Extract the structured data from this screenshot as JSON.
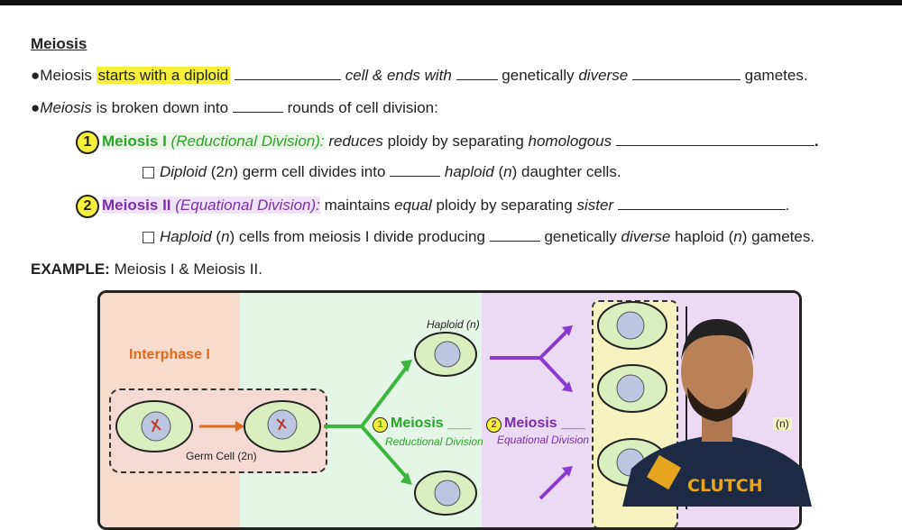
{
  "heading": "Meiosis",
  "bullet1": {
    "bullet": "●",
    "part1": "Meiosis ",
    "highlight": "starts with a diploid",
    "part2": "cell & ends with",
    "part3": "genetically",
    "part4": "diverse",
    "part5": "gametes."
  },
  "bullet2": {
    "bullet": "●",
    "part1": "Meiosis",
    "part2": " is broken down into",
    "part3": "rounds of cell division:"
  },
  "item1": {
    "number": "1",
    "title": "Meiosis I",
    "subtitle": "(Reductional Division):",
    "part1": "reduces",
    "part2": " ploidy by separating",
    "part3": "homologous",
    "sub": {
      "part1": "Diploid",
      "part2": "(2",
      "part3": "n",
      "part4": ") germ cell divides into",
      "part5": "haploid",
      "part6": "(",
      "part7": "n",
      "part8": ") daughter cells."
    }
  },
  "item2": {
    "number": "2",
    "title": "Meiosis II",
    "subtitle": "(Equational Division):",
    "part1": "maintains",
    "part2": "equal",
    "part3": "ploidy by separating",
    "part4": "sister",
    "sub": {
      "part1": "Haploid",
      "part2": "(",
      "part3": "n",
      "part4": ") cells from meiosis I divide producing",
      "part5": "genetically",
      "part6": "diverse",
      "part7": "haploid (",
      "part8": "n",
      "part9": ") gametes."
    }
  },
  "example": {
    "label": "EXAMPLE:",
    "text": "Meiosis I & Meiosis II."
  },
  "diagram": {
    "interphase": "Interphase I",
    "germ_cell": "Germ Cell (2n)",
    "haploid": "Haploid (n)",
    "meiosis1": {
      "number": "1",
      "label": "Meiosis ___",
      "sub": "Reductional Division"
    },
    "meiosis2": {
      "number": "2",
      "label": "Meiosis ___",
      "sub": "Equational Division"
    },
    "n_label": "(n)"
  },
  "brand": "CLUTCH",
  "colors": {
    "highlight": "#f6f03a",
    "green": "#2aa52a",
    "purple": "#7a2fa8"
  }
}
